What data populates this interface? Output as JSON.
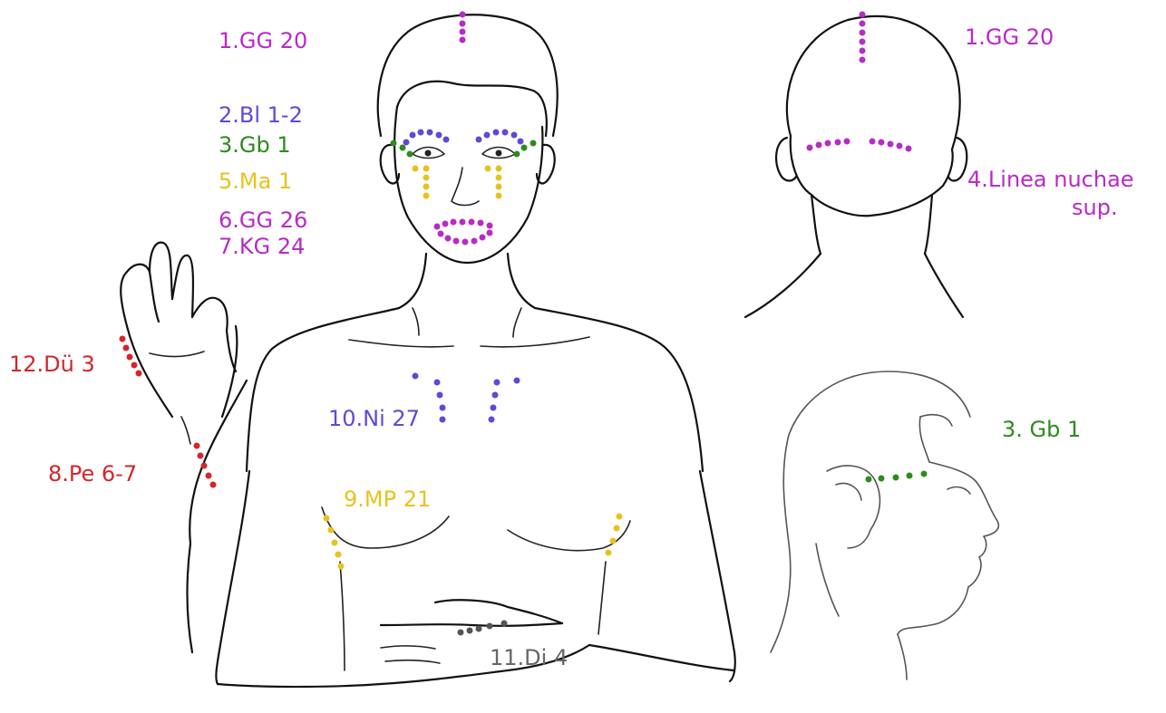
{
  "colors": {
    "purple": "#b72bc6",
    "blue": "#5b4bd6",
    "green": "#2e8b1e",
    "yellow": "#e8c21c",
    "red": "#d4252b",
    "gray": "#666666"
  },
  "labels": {
    "gg20_front": "1.GG 20",
    "bl": "2.Bl 1-2",
    "gb1_front": "3.Gb 1",
    "ma1": "5.Ma 1",
    "gg26": "6.GG 26",
    "kg24": "7.KG 24",
    "gg20_back": "1.GG 20",
    "linea_1": "4.Linea nuchae",
    "linea_2": "sup.",
    "du3": "12.Dü 3",
    "pe67": "8.Pe 6-7",
    "ni27": "10.Ni 27",
    "mp21": "9.MP 21",
    "gb1_side": "3. Gb 1",
    "di4": "11.Di 4"
  },
  "figures": [
    "front-torso-figure",
    "back-head-figure",
    "side-head-figure"
  ]
}
